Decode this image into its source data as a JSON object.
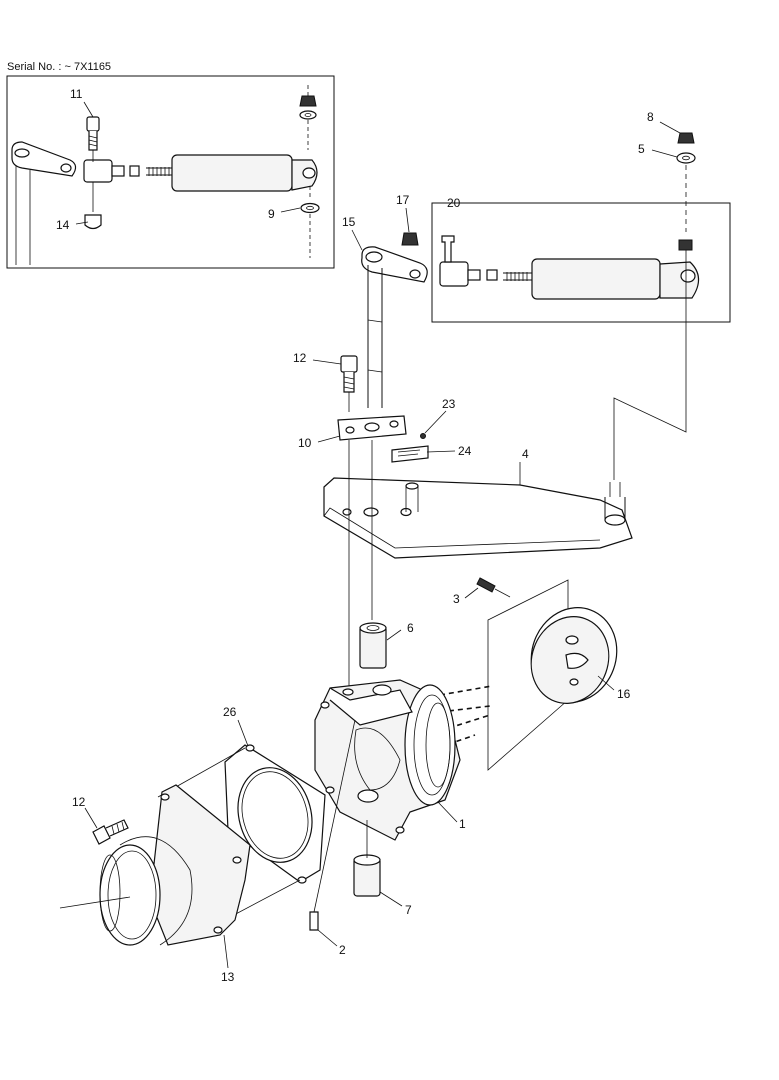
{
  "serial_note": "Serial No. : ~ 7X1165",
  "callouts": {
    "c1": "1",
    "c2": "2",
    "c3": "3",
    "c4": "4",
    "c5": "5",
    "c6": "6",
    "c7": "7",
    "c8": "8",
    "c9": "9",
    "c10": "10",
    "c11": "11",
    "c12a": "12",
    "c12b": "12",
    "c13": "13",
    "c14": "14",
    "c15": "15",
    "c16": "16",
    "c17": "17",
    "c20": "20",
    "c23": "23",
    "c24": "24",
    "c26": "26"
  }
}
